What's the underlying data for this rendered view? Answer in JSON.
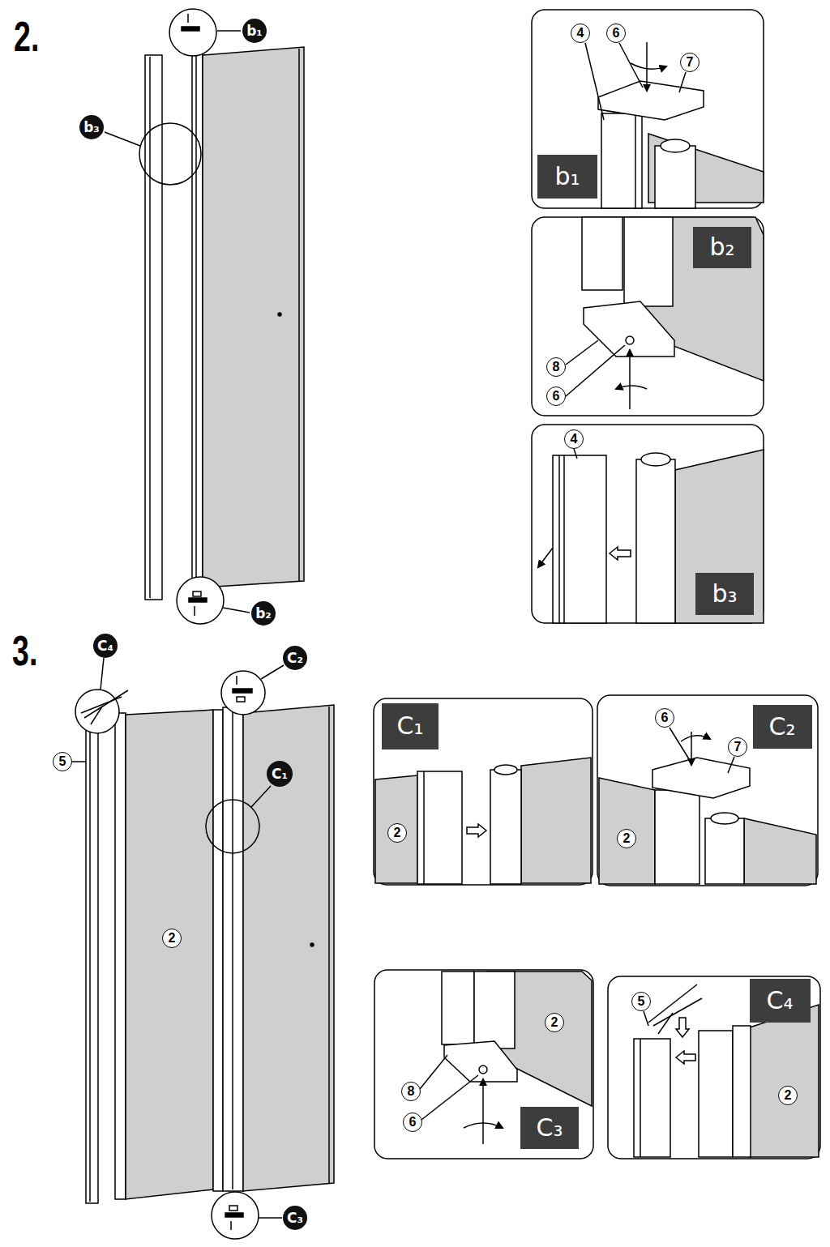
{
  "diagram": {
    "nodes": [
      {
        "text": [
          "b₁"
        ]
      },
      {
        "text": [
          "b₃"
        ]
      },
      {
        "text": [
          "b₁"
        ]
      },
      {
        "text": [
          "b₂"
        ]
      },
      {
        "text": [
          "b₃"
        ]
      },
      {
        "text": [
          "b₂"
        ]
      },
      {
        "text": [
          "C₄"
        ]
      },
      {
        "text": [
          "C₂"
        ]
      },
      {
        "text": [
          "C₁"
        ]
      },
      {
        "text": [
          "C₂"
        ]
      },
      {
        "text": [
          "C₁"
        ]
      },
      {
        "text": [
          "C₃"
        ]
      },
      {
        "text": [
          "C₄"
        ]
      },
      {
        "text": [
          "C₃"
        ]
      }
    ],
    "labels": [
      "2.",
      "3.",
      "4",
      "6",
      "7",
      "8",
      "6",
      "4",
      "5",
      "2",
      "6",
      "7",
      "2",
      "2",
      "2",
      "5",
      "2",
      "8",
      "6"
    ]
  }
}
